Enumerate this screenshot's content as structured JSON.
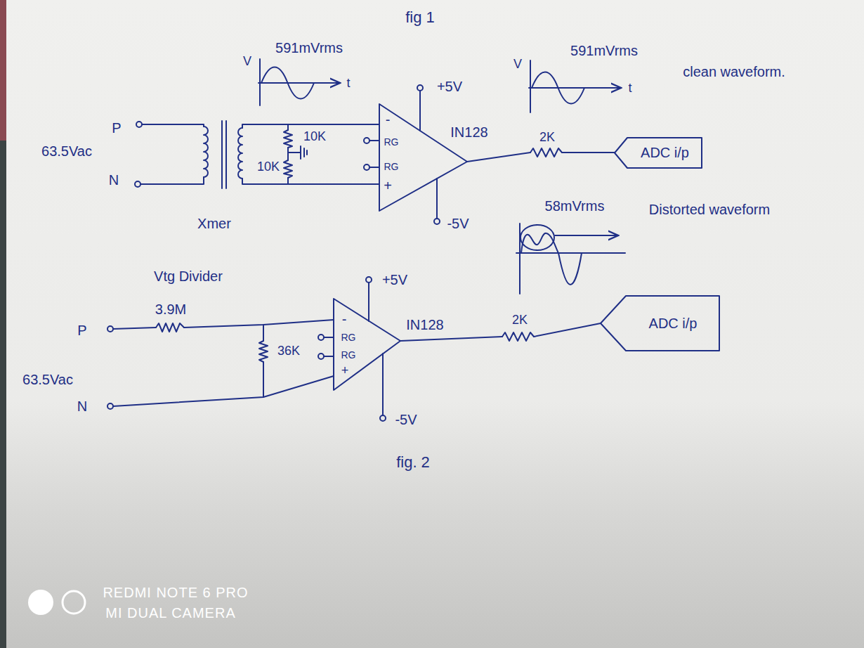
{
  "diagram": {
    "nodes": [
      {
        "text": [
          "ADC i/p"
        ]
      },
      {
        "text": [
          "ADC i/p"
        ]
      }
    ],
    "labels": [
      "fig 1",
      "591mVrms",
      "V",
      "t",
      "+5V",
      "591mVrms",
      "V",
      "t",
      "clean waveform.",
      "63.5Vac",
      "P",
      "N",
      "10K",
      "10K",
      "-",
      "RG",
      "RG",
      "+",
      "IN128",
      "2K",
      "-5V",
      "Xmer",
      "58mVrms",
      "Distorted waveform",
      "Vtg Divider",
      "3.9M",
      "+5V",
      "36K",
      "-",
      "RG",
      "RG",
      "+",
      "IN128",
      "2K",
      "-5V",
      "63.5Vac",
      "P",
      "N",
      "fig. 2",
      "REDMI NOTE 6 PRO",
      "MI DUAL CAMERA"
    ]
  }
}
